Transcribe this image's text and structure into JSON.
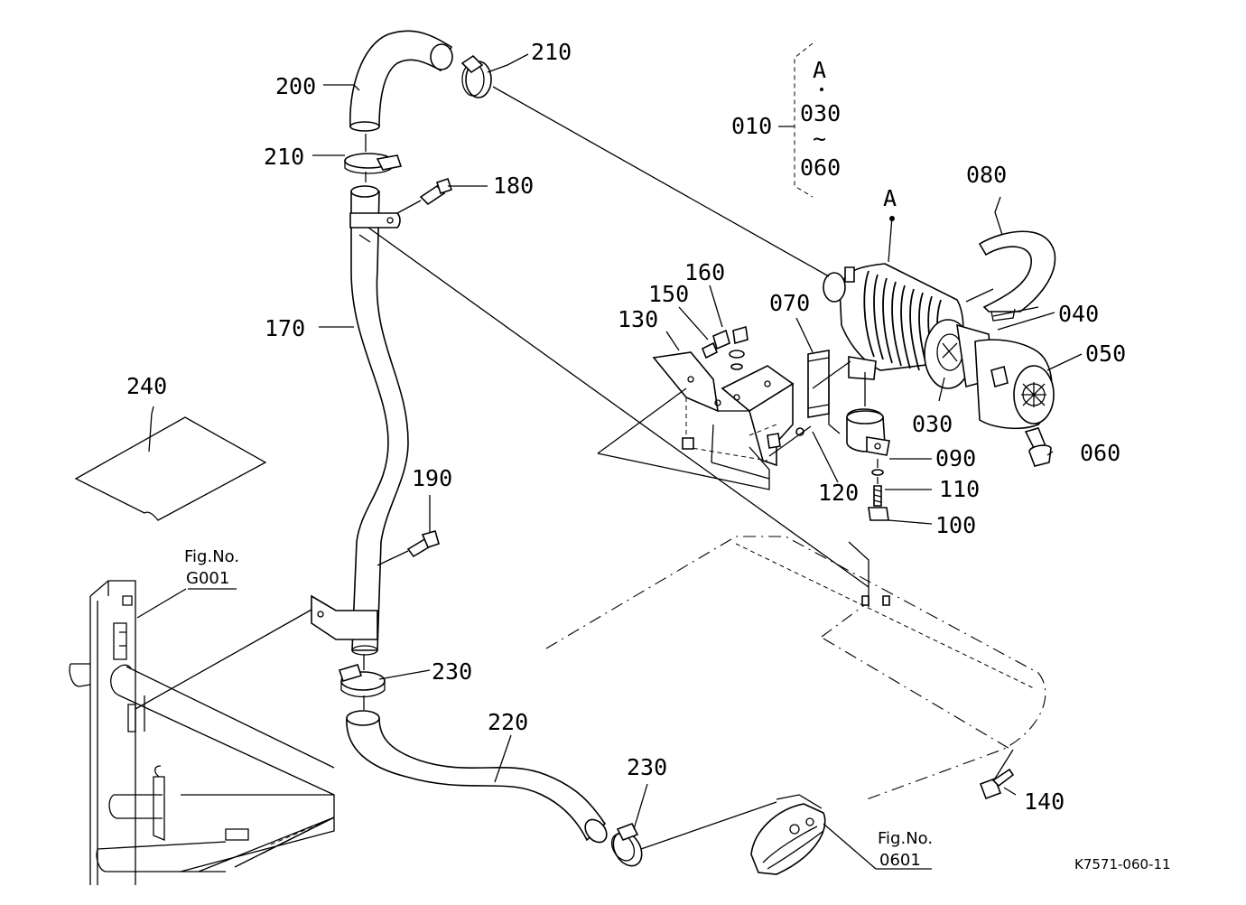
{
  "labels": [
    {
      "id": "p200",
      "text": "200"
    },
    {
      "id": "p210a",
      "text": "210"
    },
    {
      "id": "p210b",
      "text": "210"
    },
    {
      "id": "p180",
      "text": "180"
    },
    {
      "id": "p010",
      "text": "010"
    },
    {
      "id": "setA",
      "text": "A"
    },
    {
      "id": "set030",
      "text": "030"
    },
    {
      "id": "setTilde",
      "text": "~"
    },
    {
      "id": "set060",
      "text": "060"
    },
    {
      "id": "pA",
      "text": "A"
    },
    {
      "id": "p080",
      "text": "080"
    },
    {
      "id": "p160",
      "text": "160"
    },
    {
      "id": "p150",
      "text": "150"
    },
    {
      "id": "p130",
      "text": "130"
    },
    {
      "id": "p070",
      "text": "070"
    },
    {
      "id": "p040",
      "text": "040"
    },
    {
      "id": "p050",
      "text": "050"
    },
    {
      "id": "p170",
      "text": "170"
    },
    {
      "id": "p240",
      "text": "240"
    },
    {
      "id": "p030",
      "text": "030"
    },
    {
      "id": "p060",
      "text": "060"
    },
    {
      "id": "p090",
      "text": "090"
    },
    {
      "id": "p120",
      "text": "120"
    },
    {
      "id": "p110",
      "text": "110"
    },
    {
      "id": "p190",
      "text": "190"
    },
    {
      "id": "p100",
      "text": "100"
    },
    {
      "id": "p230a",
      "text": "230"
    },
    {
      "id": "p220",
      "text": "220"
    },
    {
      "id": "p230b",
      "text": "230"
    },
    {
      "id": "p140",
      "text": "140"
    }
  ],
  "refs": {
    "g001_line1": "Fig.No.",
    "g001_line2": "G001",
    "f0601_line1": "Fig.No.",
    "f0601_line2": "0601"
  },
  "drawing_code": "K7571-060-11"
}
